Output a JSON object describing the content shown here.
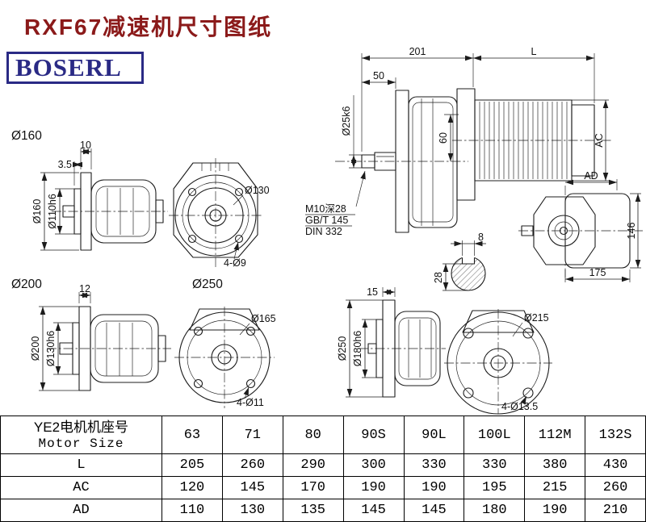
{
  "page": {
    "title": "RXF67减速机尺寸图纸",
    "logo": "BOSERL"
  },
  "drawing": {
    "flange160": {
      "label": "Ø160",
      "dim_thickness": "10",
      "dim_lip": "3.5",
      "dia_outer": "Ø160",
      "dia_spigot": "Ø110h6",
      "bolt_circle": "Ø130",
      "holes": "4-Ø9"
    },
    "flange200": {
      "label": "Ø200",
      "dim_thickness": "12",
      "dia_outer": "Ø200",
      "dia_spigot": "Ø130h6",
      "bolt_circle": "Ø165",
      "holes": "4-Ø11"
    },
    "flange250": {
      "label": "Ø250",
      "dim_thickness": "15",
      "dia_outer": "Ø250",
      "dia_spigot": "Ø180h6",
      "bolt_circle": "Ø215",
      "holes": "4-Ø13.5"
    },
    "main_view": {
      "dim_201": "201",
      "dim_L": "L",
      "dim_50": "50",
      "shaft_dia": "Ø25k6",
      "dim_60": "60",
      "dim_AC": "AC",
      "thread_note": "M10深28",
      "standard_1": "GB/T 145",
      "standard_2": "DIN 332"
    },
    "key_section": {
      "dim_width": "8",
      "dim_depth": "28"
    },
    "end_view": {
      "dim_AD": "AD",
      "dim_146": "146",
      "dim_175": "175"
    }
  },
  "table": {
    "row_header_cn": "YE2电机机座号",
    "row_header_en": "Motor Size",
    "motor_sizes": [
      "63",
      "71",
      "80",
      "90S",
      "90L",
      "100L",
      "112M",
      "132S"
    ],
    "rows": [
      {
        "label": "L",
        "values": [
          "205",
          "260",
          "290",
          "300",
          "330",
          "330",
          "380",
          "430"
        ]
      },
      {
        "label": "AC",
        "values": [
          "120",
          "145",
          "170",
          "190",
          "190",
          "195",
          "215",
          "260"
        ]
      },
      {
        "label": "AD",
        "values": [
          "110",
          "130",
          "135",
          "145",
          "145",
          "180",
          "190",
          "210"
        ]
      }
    ]
  }
}
